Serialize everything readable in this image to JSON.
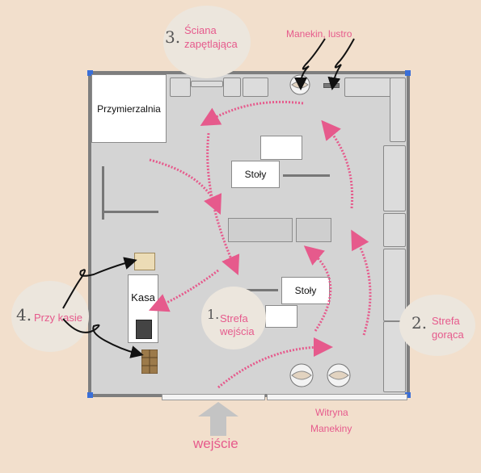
{
  "colors": {
    "accent": "#e65a8c",
    "floor": "#d4d4d4",
    "background": "#f2dfcc",
    "wall": "#7e7e7e"
  },
  "zones": {
    "zone1": {
      "number": "1.",
      "line1": "Strefa",
      "line2": "wejścia"
    },
    "zone2": {
      "number": "2.",
      "line1": "Strefa",
      "line2": "gorąca"
    },
    "zone3": {
      "number": "3.",
      "line1": "Ściana",
      "line2": "zapętlająca"
    },
    "zone4": {
      "number": "4.",
      "label": "Przy kasie"
    }
  },
  "annotations": {
    "mannequin_mirror": "Manekin, lustro",
    "window_line1": "Witryna",
    "window_line2": "Manekiny",
    "entrance": "wejście"
  },
  "rooms": {
    "fitting_room": "Przymierzalnia",
    "checkout": "Kasa",
    "tables_top": "Stoły",
    "tables_bottom": "Stoły"
  },
  "icons": [
    "entrance-arrow-icon",
    "mannequin-icon",
    "register-icon",
    "box-icon",
    "loop-arrow-icon"
  ]
}
